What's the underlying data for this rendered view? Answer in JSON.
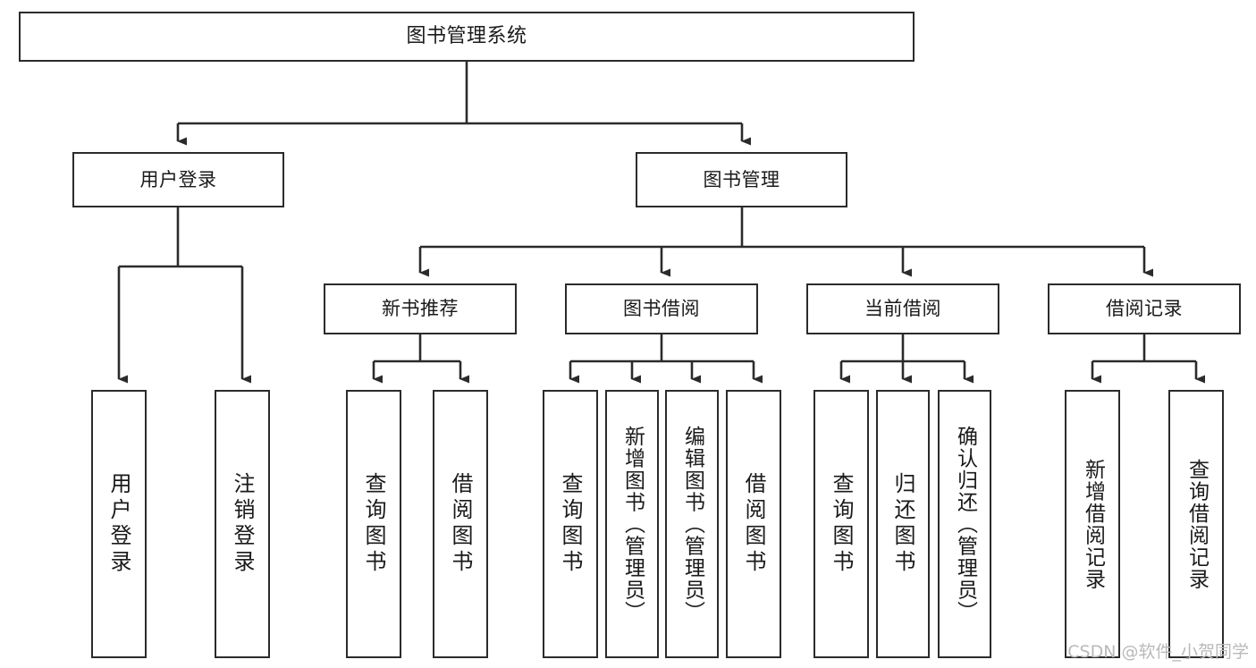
{
  "diagram": {
    "type": "tree-hierarchy",
    "title": "图书管理系统",
    "orientation": "top-down",
    "colors": {
      "box_border": "#2b2b2b",
      "box_fill": "#ffffff",
      "edge": "#2b2b2b",
      "text": "#1a1a1a",
      "watermark": "#b9b9b9",
      "background": "#ffffff"
    },
    "nodes": {
      "root": {
        "label": "图书管理系统"
      },
      "level2": [
        {
          "id": "user-login",
          "label": "用户登录"
        },
        {
          "id": "book-manage",
          "label": "图书管理"
        }
      ],
      "level3": [
        {
          "id": "new-book-recommend",
          "label": "新书推荐"
        },
        {
          "id": "book-borrow",
          "label": "图书借阅"
        },
        {
          "id": "current-borrow",
          "label": "当前借阅"
        },
        {
          "id": "borrow-record",
          "label": "借阅记录"
        }
      ],
      "leaves": {
        "user-login": [
          {
            "id": "leaf-user-login",
            "label": "用户登录"
          },
          {
            "id": "leaf-logout",
            "label": "注销登录"
          }
        ],
        "new-book-recommend": [
          {
            "id": "leaf-query-book-1",
            "label": "查询图书"
          },
          {
            "id": "leaf-borrow-book-1",
            "label": "借阅图书"
          }
        ],
        "book-borrow": [
          {
            "id": "leaf-query-book-2",
            "label": "查询图书"
          },
          {
            "id": "leaf-add-book",
            "label": "新增图书（管理员）"
          },
          {
            "id": "leaf-edit-book",
            "label": "编辑图书（管理员）"
          },
          {
            "id": "leaf-borrow-book-2",
            "label": "借阅图书"
          }
        ],
        "current-borrow": [
          {
            "id": "leaf-query-book-3",
            "label": "查询图书"
          },
          {
            "id": "leaf-return-book",
            "label": "归还图书"
          },
          {
            "id": "leaf-confirm-return",
            "label": "确认归还（管理员）"
          }
        ],
        "borrow-record": [
          {
            "id": "leaf-add-record",
            "label": "新增借阅记录"
          },
          {
            "id": "leaf-query-record",
            "label": "查询借阅记录"
          }
        ]
      }
    },
    "watermark": "CSDN @软件_小贺同学"
  }
}
